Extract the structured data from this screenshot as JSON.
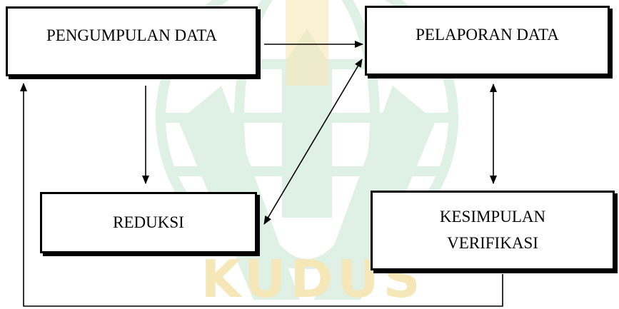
{
  "diagram": {
    "nodes": {
      "pengumpulan": "PENGUMPULAN DATA",
      "pelaporan": "PELAPORAN DATA",
      "reduksi": "REDUKSI",
      "kesimpulan_line1": "KESIMPULAN",
      "kesimpulan_line2": "VERIFIKASI"
    },
    "edges": [
      {
        "from": "PENGUMPULAN DATA",
        "to": "PELAPORAN DATA",
        "type": "one-way"
      },
      {
        "from": "PENGUMPULAN DATA",
        "to": "REDUKSI",
        "type": "one-way"
      },
      {
        "from": "REDUKSI",
        "to": "PELAPORAN DATA",
        "type": "two-way"
      },
      {
        "from": "PELAPORAN DATA",
        "to": "KESIMPULAN VERIFIKASI",
        "type": "two-way"
      },
      {
        "from": "KESIMPULAN VERIFIKASI",
        "to": "PENGUMPULAN DATA",
        "type": "one-way"
      }
    ]
  },
  "watermark": {
    "text": "KUDUS",
    "color": "#f6e7b8",
    "emblem_color": "#dff0e4"
  },
  "colors": {
    "stroke": "#000000",
    "background": "#ffffff"
  }
}
